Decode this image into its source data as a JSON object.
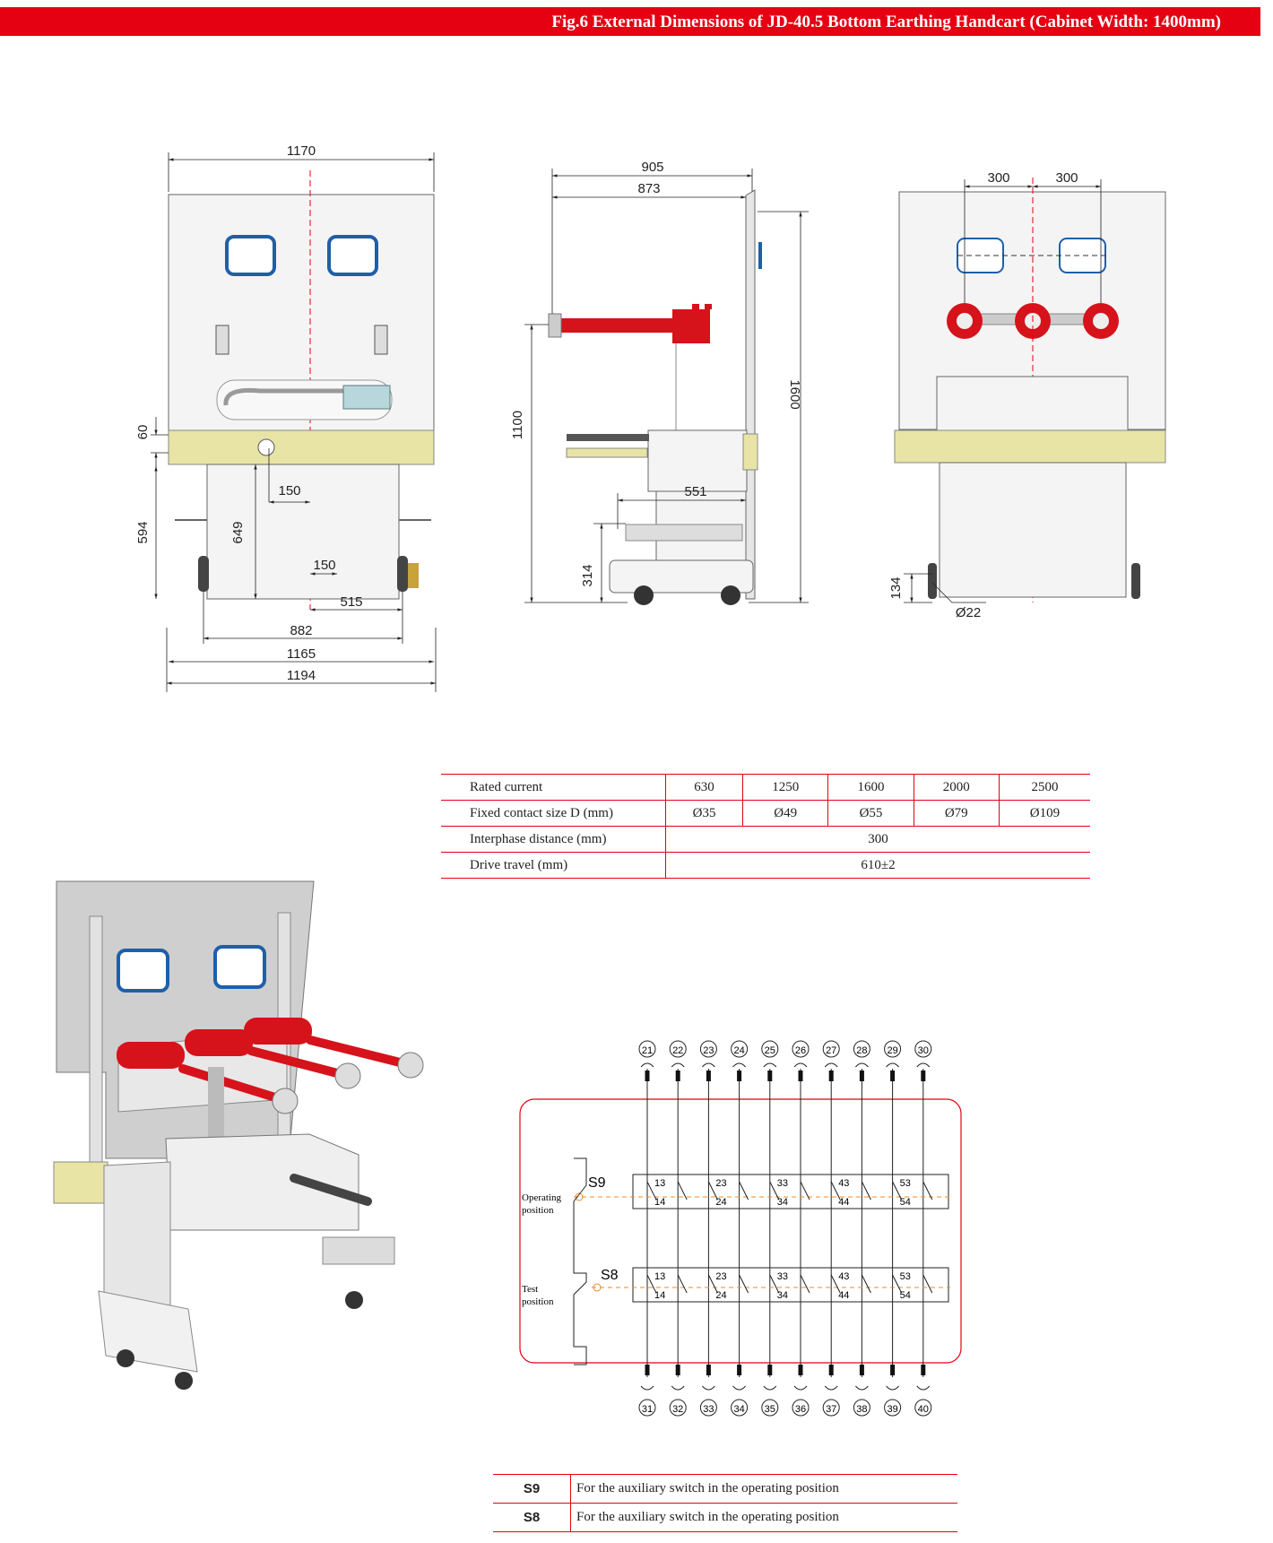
{
  "header": {
    "title": "Fig.6 External Dimensions of JD-40.5 Bottom Earthing Handcart (Cabinet Width: 1400mm)"
  },
  "front_view": {
    "dims": [
      "1170",
      "60",
      "150",
      "594",
      "649",
      "150",
      "515",
      "882",
      "1165",
      "1194"
    ]
  },
  "side_view": {
    "dims": [
      "905",
      "873",
      "1100",
      "1600",
      "551",
      "314"
    ]
  },
  "rear_view": {
    "dims": [
      "300",
      "300",
      "134",
      "Ø22"
    ]
  },
  "specs": {
    "rows": [
      {
        "label": "Rated current",
        "cells": [
          "630",
          "1250",
          "1600",
          "2000",
          "2500"
        ]
      },
      {
        "label": "Fixed contact size D (mm)",
        "cells": [
          "Ø35",
          "Ø49",
          "Ø55",
          "Ø79",
          "Ø109"
        ]
      },
      {
        "label": "Interphase distance (mm)",
        "value": "300"
      },
      {
        "label": "Drive travel (mm)",
        "value": "610±2"
      }
    ]
  },
  "circuit": {
    "top_terminals": [
      "21",
      "22",
      "23",
      "24",
      "25",
      "26",
      "27",
      "28",
      "29",
      "30"
    ],
    "bottom_terminals": [
      "31",
      "32",
      "33",
      "34",
      "35",
      "36",
      "37",
      "38",
      "39",
      "40"
    ],
    "s9": {
      "name": "S9",
      "position_label": [
        "Operating",
        "position"
      ],
      "upper": [
        "13",
        "23",
        "33",
        "43",
        "53"
      ],
      "lower": [
        "14",
        "24",
        "34",
        "44",
        "54"
      ]
    },
    "s8": {
      "name": "S8",
      "position_label": [
        "Test",
        "position"
      ],
      "upper": [
        "13",
        "23",
        "33",
        "43",
        "53"
      ],
      "lower": [
        "14",
        "24",
        "34",
        "44",
        "54"
      ]
    }
  },
  "legend": {
    "rows": [
      {
        "code": "S9",
        "text": "For the auxiliary switch in the operating position"
      },
      {
        "code": "S8",
        "text": "For the auxiliary switch in the operating position"
      }
    ]
  },
  "colors": {
    "accent": "#e50012",
    "insulator": "#d6121b",
    "window": "#1f5fa8",
    "terminal_rail": "#e8e4a6"
  }
}
